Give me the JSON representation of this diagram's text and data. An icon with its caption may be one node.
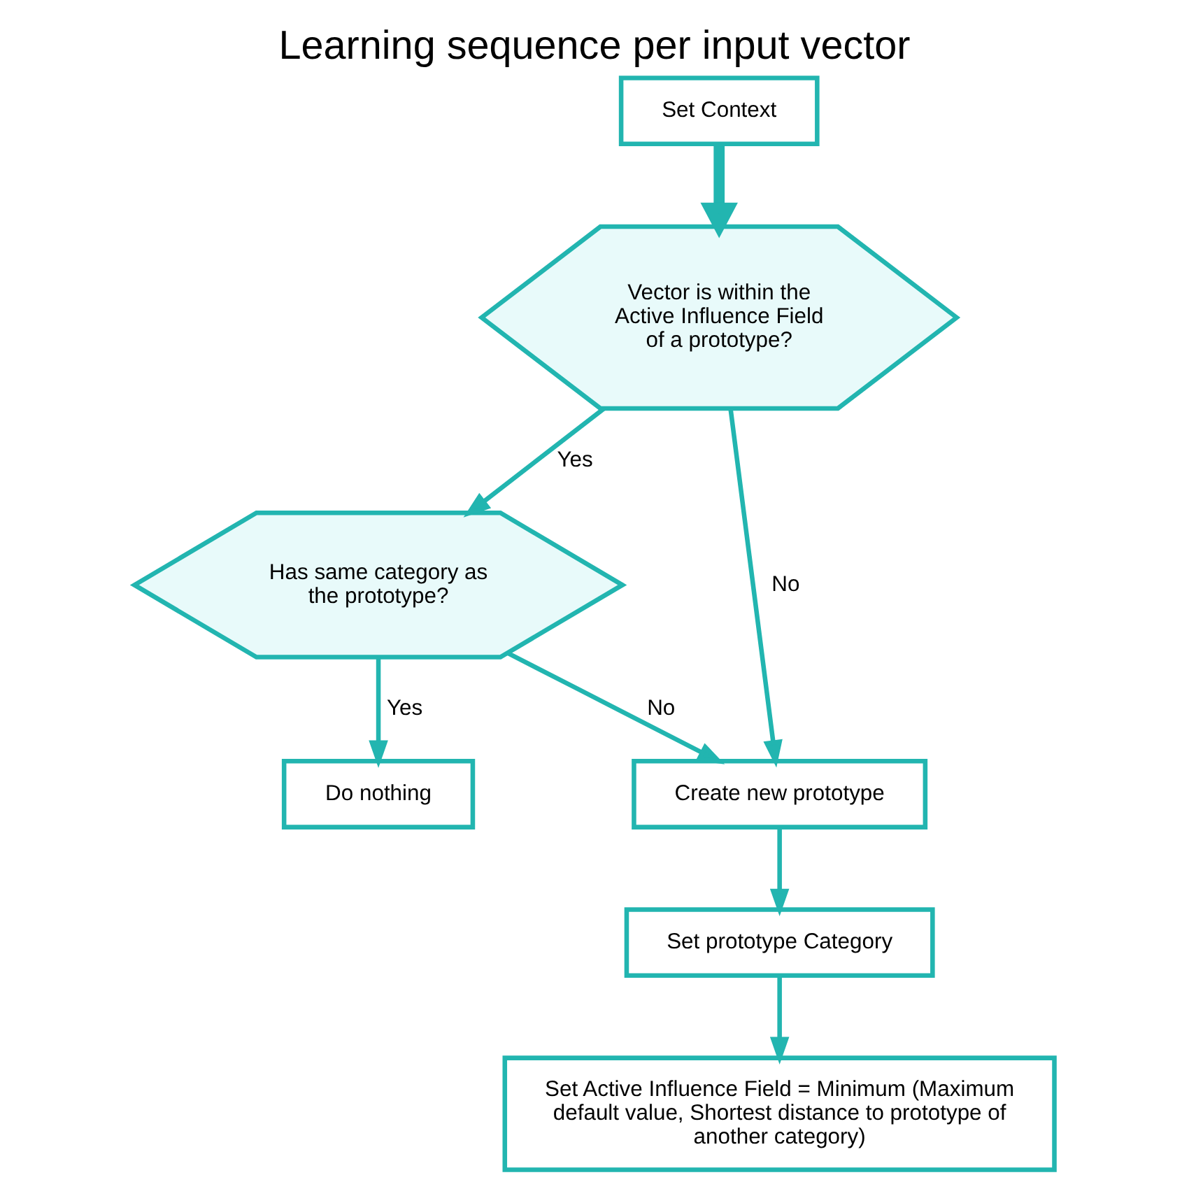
{
  "diagram": {
    "title": "Learning sequence per input vector",
    "nodes": [
      {
        "text": [
          "Set Context"
        ]
      },
      {
        "text": [
          "Vector is within the Active Influence Field of a prototype?"
        ]
      },
      {
        "text": [
          "Has same category as the prototype?"
        ]
      },
      {
        "text": [
          "Do nothing"
        ]
      },
      {
        "text": [
          "Create new prototype"
        ]
      },
      {
        "text": [
          "Set prototype Category"
        ]
      },
      {
        "text": [
          "Set Active Influence Field = Minimum (Maximum default value, Shortest distance to prototype of another category)"
        ]
      }
    ],
    "edges": [
      {
        "from": 0,
        "to": 1,
        "arrow": "to",
        "style": "thick"
      },
      {
        "from": 1,
        "to": 2,
        "arrow": "to",
        "label": "Yes"
      },
      {
        "from": 1,
        "to": 4,
        "arrow": "to",
        "label": "No"
      },
      {
        "from": 2,
        "to": 3,
        "arrow": "to",
        "label": "Yes"
      },
      {
        "from": 2,
        "to": 4,
        "arrow": "to",
        "label": "No"
      },
      {
        "from": 4,
        "to": 5,
        "arrow": "to"
      },
      {
        "from": 5,
        "to": 6,
        "arrow": "to"
      }
    ]
  }
}
